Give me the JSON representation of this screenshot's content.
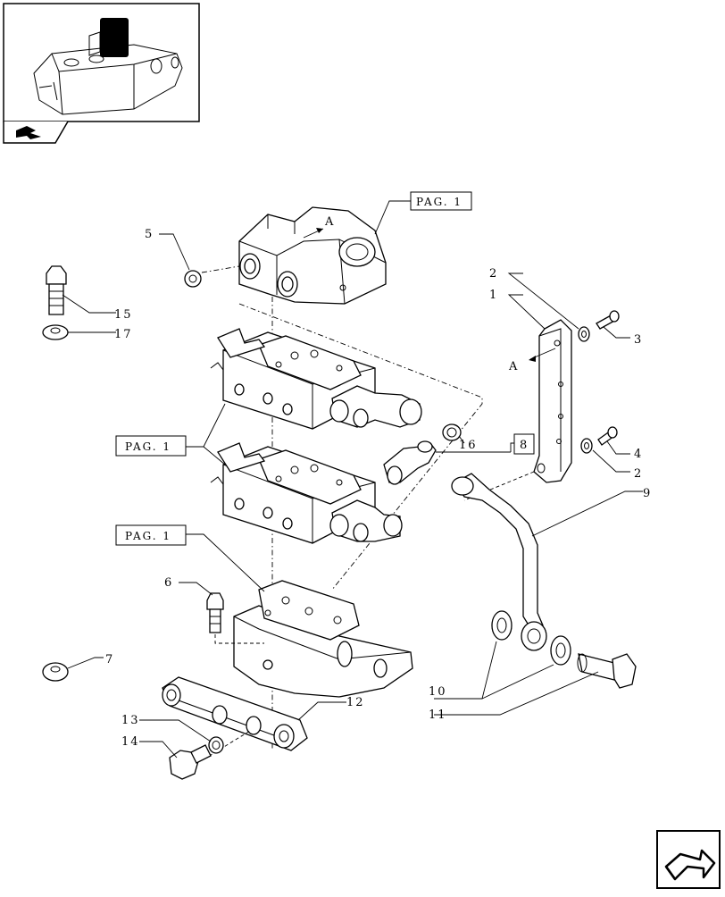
{
  "callouts": {
    "c1": "1",
    "c2a": "2",
    "c2b": "2",
    "c3": "3",
    "c4": "4",
    "c5": "5",
    "c6": "6",
    "c7": "7",
    "c9": "9",
    "c10": "10",
    "c11": "11",
    "c12": "12",
    "c13": "13",
    "c14": "14",
    "c15": "15",
    "c16": "16",
    "c17": "17"
  },
  "references": {
    "pag_top": "PAG. 1",
    "pag_mid": "PAG. 1",
    "pag_low": "PAG. 1",
    "boxed_8": "8"
  },
  "view_markers": {
    "a_top": "A",
    "a_right": "A"
  },
  "icons": {
    "thumbnail": "assembly-thumbnail-icon",
    "section_arrow": "section-arrow-icon",
    "nav_arrow": "next-page-arrow-icon"
  }
}
